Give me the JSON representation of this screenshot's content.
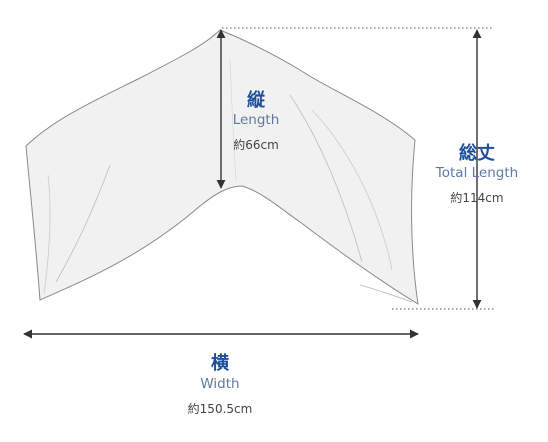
{
  "dimensions": {
    "length": {
      "jp": "縦",
      "en": "Length",
      "value": "約66cm"
    },
    "total_length": {
      "jp": "総丈",
      "en": "Total Length",
      "value": "約114cm"
    },
    "width": {
      "jp": "横",
      "en": "Width",
      "value": "約150.5cm"
    }
  },
  "colors": {
    "label_jp": "#1c4f9c",
    "label_en": "#5f7aa0",
    "garment_fill": "#f1f1f1",
    "garment_stroke": "#8a8a8a",
    "arrow": "#333333"
  }
}
